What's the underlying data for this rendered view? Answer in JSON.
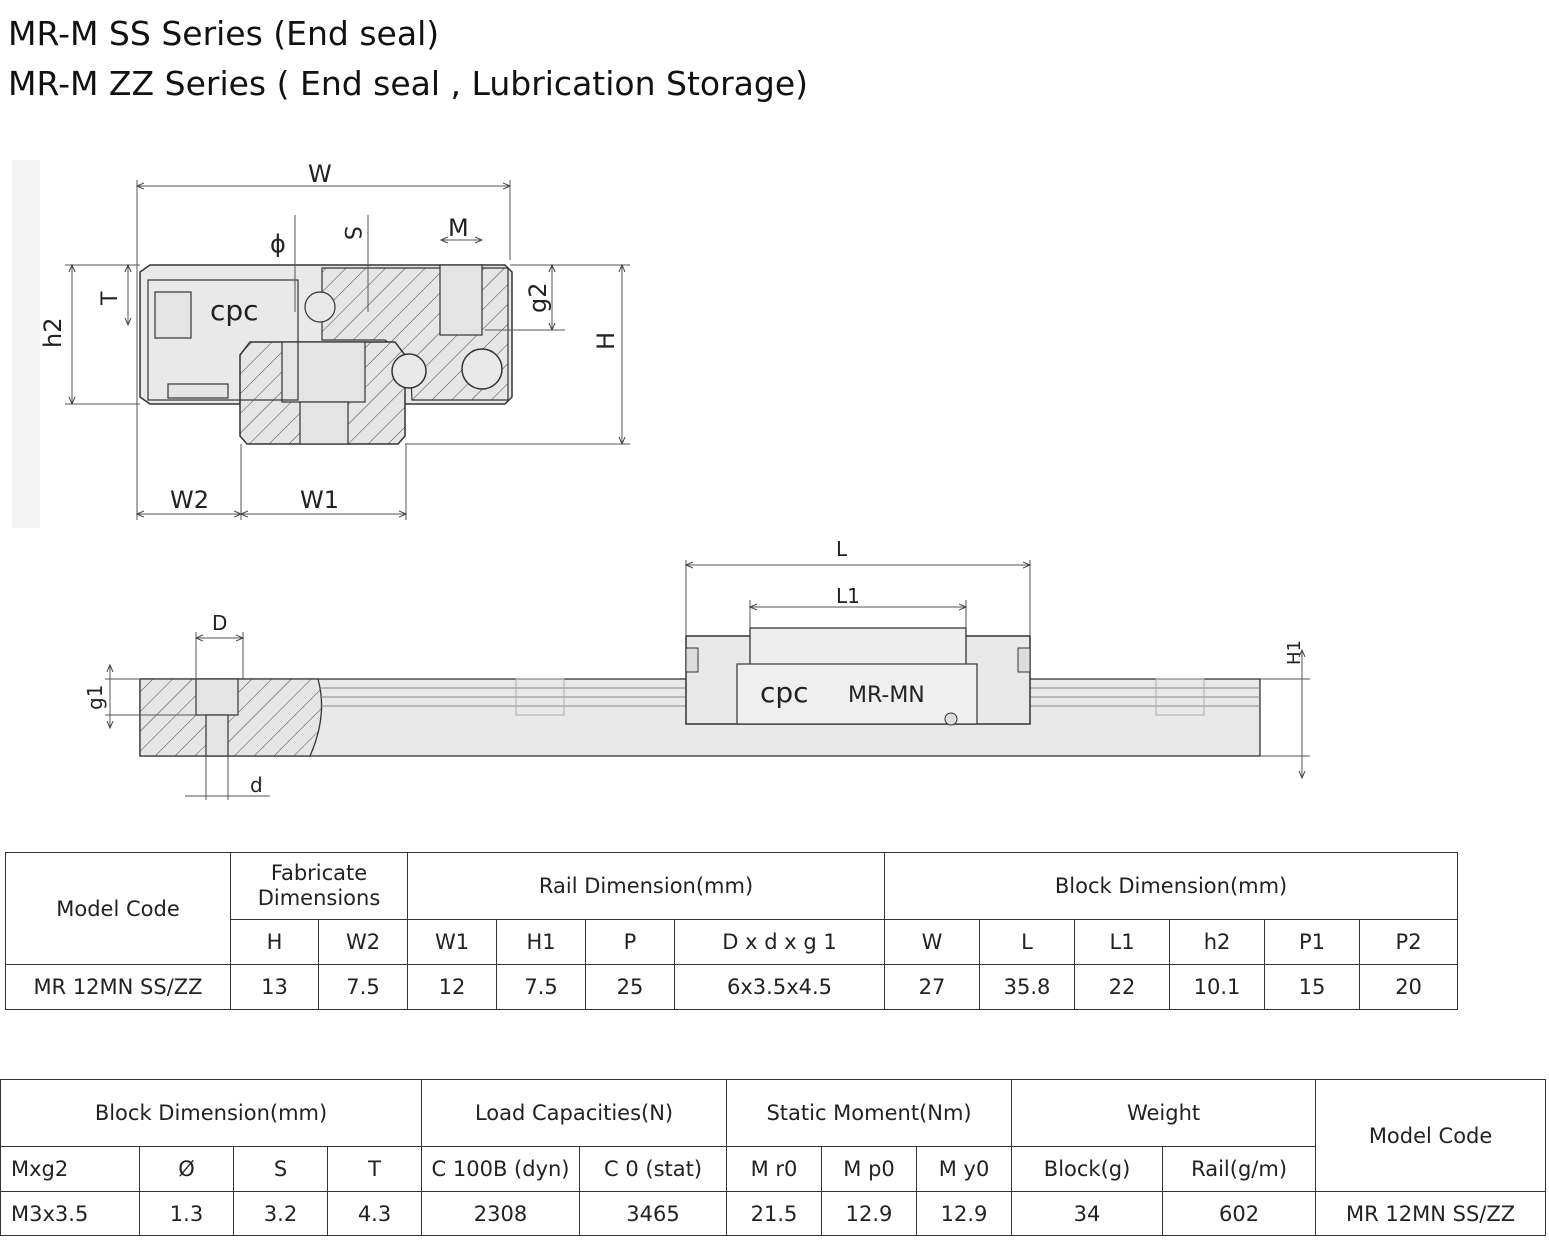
{
  "titles": {
    "line1": "MR-M SS Series (End seal)",
    "line2": "MR-M ZZ Series ( End seal , Lubrication Storage)"
  },
  "drawing": {
    "front_view": {
      "labels": {
        "W": "W",
        "M": "M",
        "S": "S",
        "phi": "ϕ",
        "T": "T",
        "h2": "h2",
        "g2": "g2",
        "H": "H",
        "W2": "W2",
        "W1": "W1"
      },
      "logo": "cpc"
    },
    "side_view": {
      "labels": {
        "L": "L",
        "L1": "L1",
        "D": "D",
        "g1": "g1",
        "d": "d",
        "H1": "H1"
      },
      "logo": "cpc",
      "model_mark": "MR-MN"
    }
  },
  "table1": {
    "headers": {
      "model_code": "Model Code",
      "fabricate": "Fabricate Dimensions",
      "rail": "Rail Dimension(mm)",
      "block": "Block Dimension(mm)"
    },
    "subheaders": [
      "H",
      "W2",
      "W1",
      "H1",
      "P",
      "D x d x g 1",
      "W",
      "L",
      "L1",
      "h2",
      "P1",
      "P2"
    ],
    "row": [
      "MR 12MN SS/ZZ",
      "13",
      "7.5",
      "12",
      "7.5",
      "25",
      "6x3.5x4.5",
      "27",
      "35.8",
      "22",
      "10.1",
      "15",
      "20"
    ]
  },
  "table2": {
    "headers": {
      "block": "Block Dimension(mm)",
      "load": "Load Capacities(N)",
      "moment": "Static Moment(Nm)",
      "weight": "Weight",
      "model_code": "Model Code"
    },
    "subheaders": [
      "Mxg2",
      "Ø",
      "S",
      "T",
      "C 100B (dyn)",
      "C 0 (stat)",
      "M r0",
      "M p0",
      "M y0",
      "Block(g)",
      "Rail(g/m)"
    ],
    "row": [
      "M3x3.5",
      "1.3",
      "3.2",
      "4.3",
      "2308",
      "3465",
      "21.5",
      "12.9",
      "12.9",
      "34",
      "602",
      "MR 12MN SS/ZZ"
    ]
  }
}
